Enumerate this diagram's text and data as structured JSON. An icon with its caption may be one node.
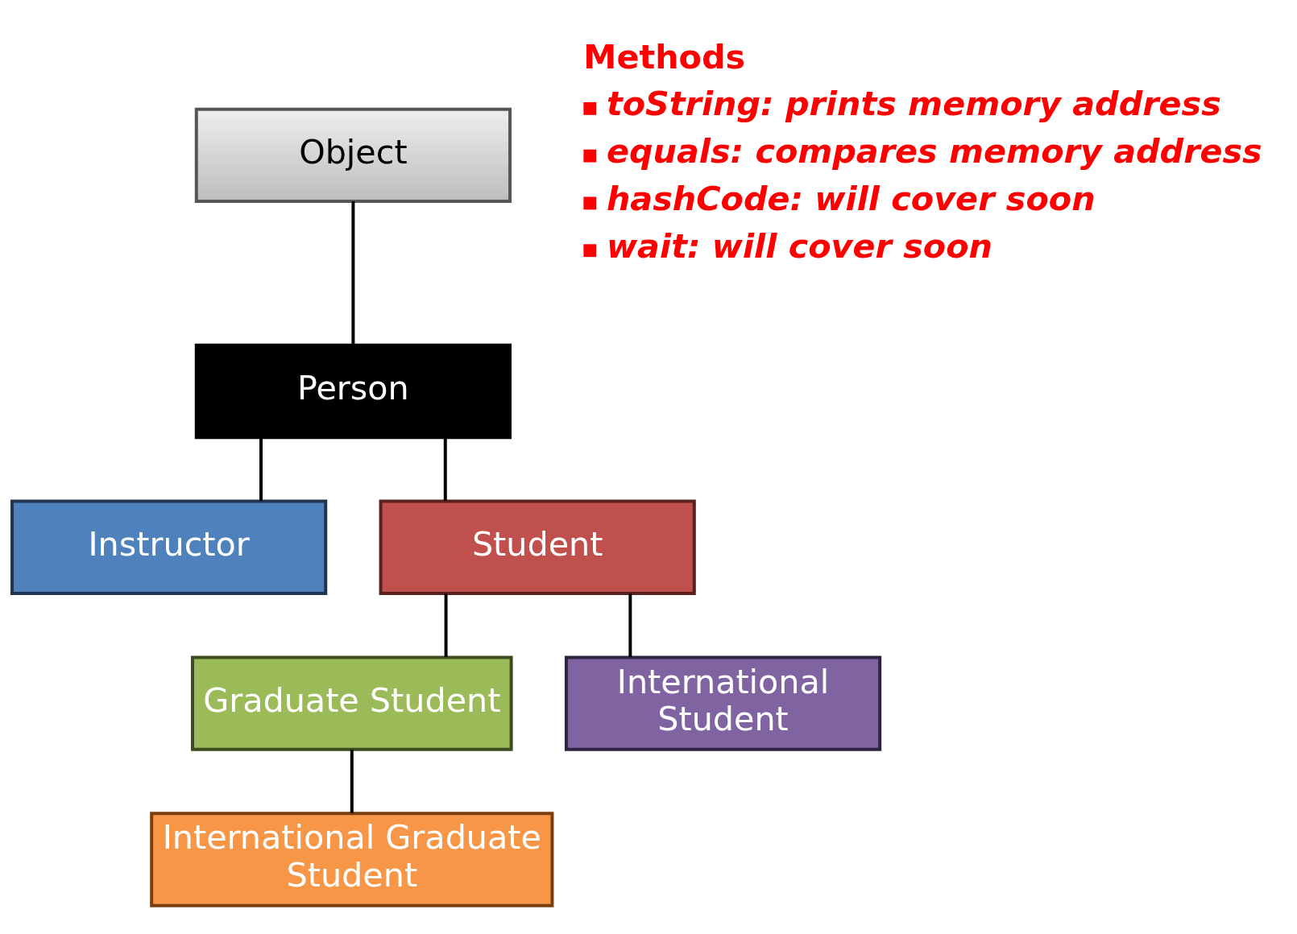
{
  "diagram": {
    "nodes": [
      {
        "text": [
          "Object"
        ]
      },
      {
        "text": [
          "Person"
        ]
      },
      {
        "text": [
          "Instructor"
        ]
      },
      {
        "text": [
          "Student"
        ]
      },
      {
        "text": [
          "Graduate Student"
        ]
      },
      {
        "text": [
          "International Student"
        ]
      },
      {
        "text": [
          "International Graduate Student"
        ]
      }
    ],
    "edges": [
      {
        "from": 0,
        "to": 1,
        "arrow": "none"
      },
      {
        "from": 1,
        "to": 2,
        "arrow": "none"
      },
      {
        "from": 1,
        "to": 3,
        "arrow": "none"
      },
      {
        "from": 3,
        "to": 4,
        "arrow": "none"
      },
      {
        "from": 3,
        "to": 5,
        "arrow": "none"
      },
      {
        "from": 4,
        "to": 6,
        "arrow": "none"
      }
    ],
    "labels": [
      "Methods",
      "toString: prints memory address",
      "equals: compares memory address",
      "hashCode: will cover soon",
      "wait: will cover soon"
    ]
  }
}
